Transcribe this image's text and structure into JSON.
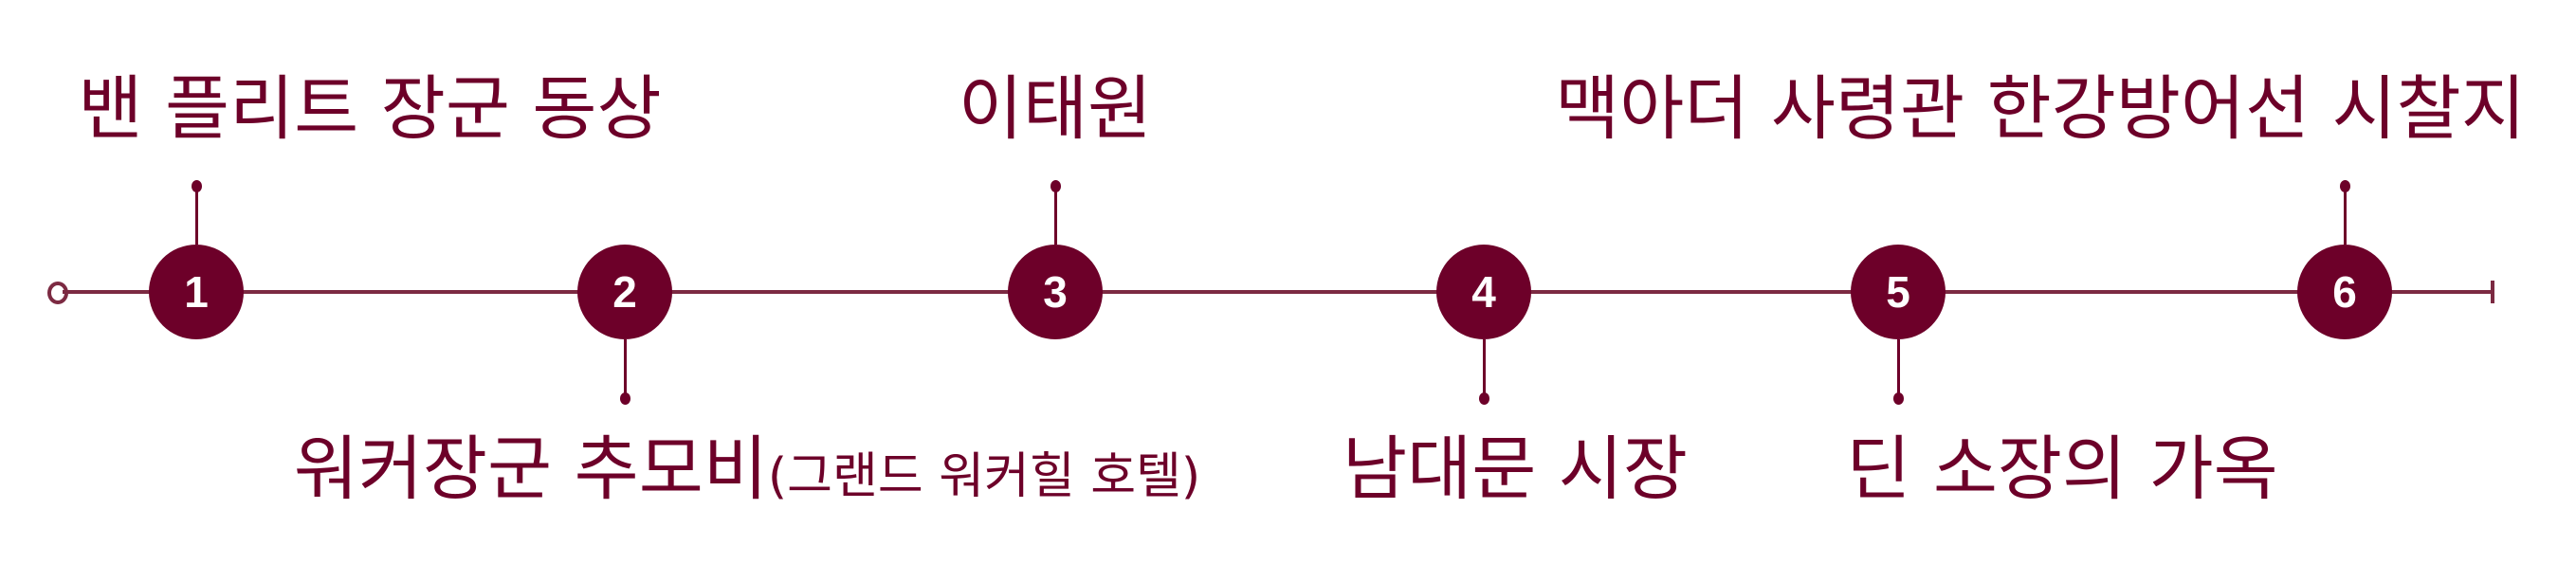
{
  "accent_color": "#6d0029",
  "steps": [
    {
      "number": "1",
      "label": "밴 플리트 장군 동상",
      "sub": ""
    },
    {
      "number": "2",
      "label": "워커장군 추모비",
      "sub": "(그랜드 워커힐 호텔)"
    },
    {
      "number": "3",
      "label": "이태원",
      "sub": ""
    },
    {
      "number": "4",
      "label": "남대문 시장",
      "sub": ""
    },
    {
      "number": "5",
      "label": "딘 소장의 가옥",
      "sub": ""
    },
    {
      "number": "6",
      "label": "맥아더 사령관 한강방어선 시찰지",
      "sub": ""
    }
  ]
}
